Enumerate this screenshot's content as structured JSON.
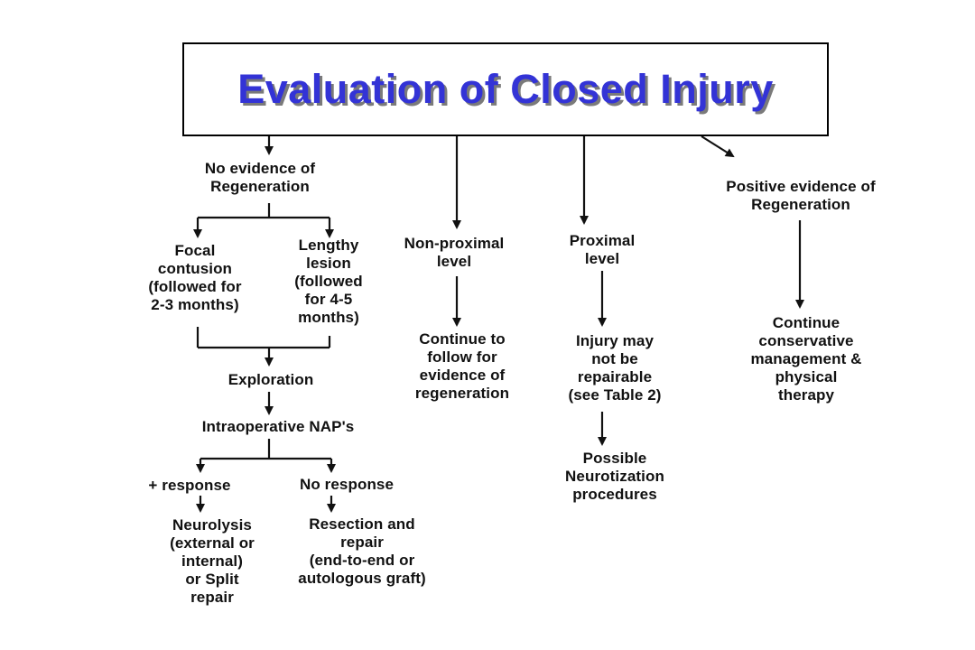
{
  "title": "Evaluation of Closed Injury",
  "colors": {
    "title_text": "#3333d6",
    "title_shadow": "#7a7a7a",
    "lines": "#111111"
  },
  "nodes": {
    "no_evidence": "No evidence of\nRegeneration",
    "positive_evidence": "Positive evidence of\nRegeneration",
    "non_proximal": "Non-proximal\nlevel",
    "proximal": "Proximal\nlevel",
    "focal": "Focal\ncontusion\n(followed for\n2-3 months)",
    "lengthy": "Lengthy\nlesion\n(followed\nfor 4-5\nmonths)",
    "exploration": "Exploration",
    "intraop": "Intraoperative NAP's",
    "plus_response": "+ response",
    "no_response": "No response",
    "neurolysis": "Neurolysis\n(external or\ninternal)\nor Split\nrepair",
    "resection": "Resection and\nrepair\n(end-to-end or\nautologous graft)",
    "continue_follow": "Continue to\nfollow for\nevidence of\nregeneration",
    "injury_may": "Injury may\nnot be\nrepairable\n(see Table 2)",
    "possible": "Possible\nNeurotization\nprocedures",
    "continue_conservative": "Continue\nconservative\nmanagement &\nphysical\ntherapy"
  }
}
